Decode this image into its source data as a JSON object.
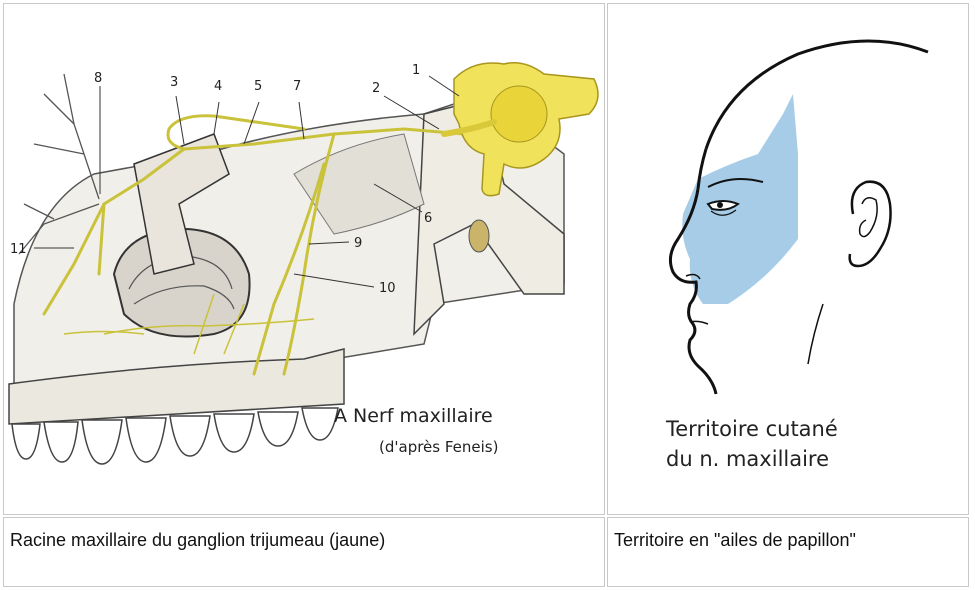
{
  "left_figure": {
    "labels": [
      "1",
      "2",
      "3",
      "4",
      "5",
      "6",
      "7",
      "8",
      "9",
      "10",
      "11"
    ],
    "title_line1": "A  Nerf maxillaire",
    "title_line2": "(d'après Feneis)",
    "nerve_color": "#c9c23a",
    "ganglion_color": "#f0e25a"
  },
  "right_figure": {
    "caption_line1": "Territoire  cutané",
    "caption_line2": "du n. maxillaire",
    "territory_color": "#9cc6e4"
  },
  "captions": {
    "left": "Racine maxillaire du ganglion trijumeau (jaune)",
    "right": "Territoire en \"ailes de papillon\""
  }
}
